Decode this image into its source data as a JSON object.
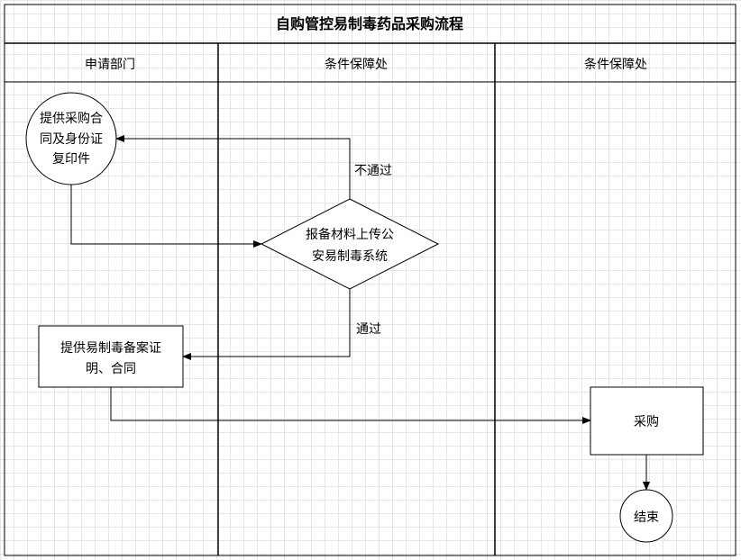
{
  "title": "自购管控易制毒药品采购流程",
  "lanes": [
    {
      "label": "申请部门"
    },
    {
      "label": "条件保障处"
    },
    {
      "label": "条件保障处"
    }
  ],
  "nodes": {
    "provide_contract": {
      "lines": [
        "提供采购合",
        "同及身份证",
        "复印件"
      ]
    },
    "upload_decision": {
      "lines": [
        "报备材料上传公",
        "安易制毒系统"
      ]
    },
    "provide_certificate": {
      "lines": [
        "提供易制毒备案证",
        "明、合同"
      ]
    },
    "purchase": {
      "lines": [
        "采购"
      ]
    },
    "end": {
      "lines": [
        "结束"
      ]
    }
  },
  "edges": {
    "fail_label": "不通过",
    "pass_label": "通过"
  }
}
